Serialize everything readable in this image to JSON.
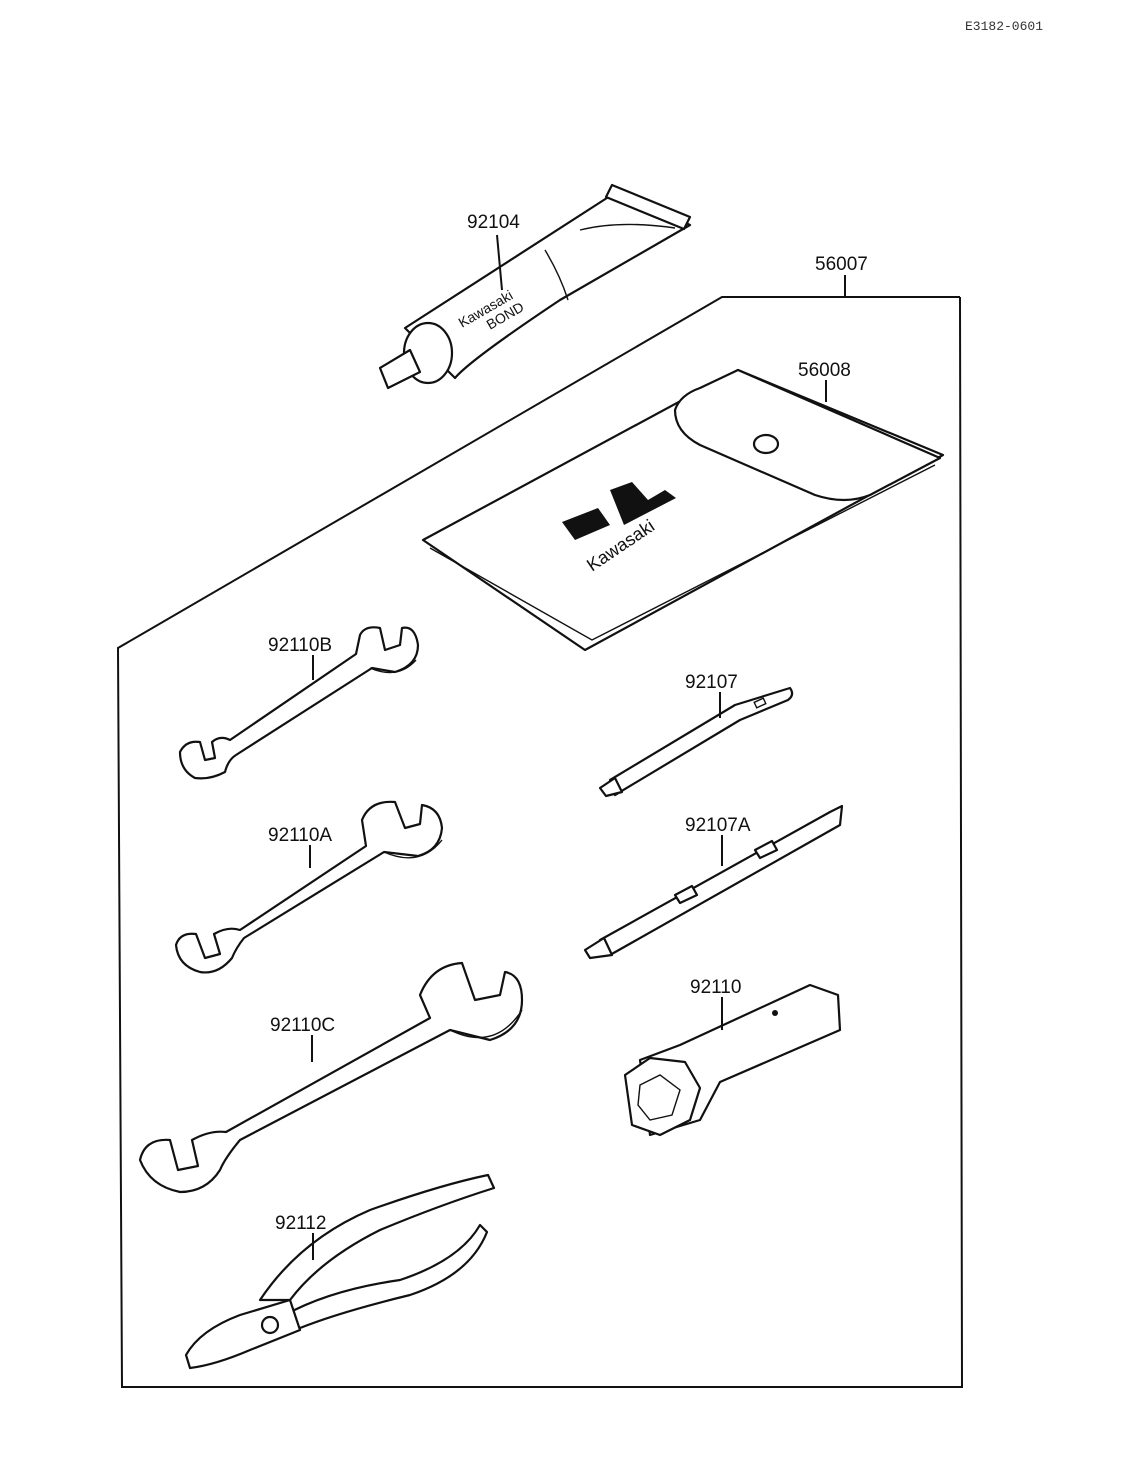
{
  "header_code": "E3182-0601",
  "parts": {
    "bond": {
      "number": "92104",
      "tube_text_line1": "Kawasaki",
      "tube_text_line2": "BOND"
    },
    "tool_kit": {
      "number": "56007"
    },
    "tool_bag": {
      "number": "56008",
      "logo_text": "Kawasaki"
    },
    "wrench_b": {
      "number": "92110B"
    },
    "wrench_a": {
      "number": "92110A"
    },
    "wrench_c": {
      "number": "92110C"
    },
    "pliers": {
      "number": "92112"
    },
    "screwdriver_grip": {
      "number": "92107"
    },
    "screwdriver": {
      "number": "92107A"
    },
    "plug_wrench": {
      "number": "92110"
    }
  }
}
